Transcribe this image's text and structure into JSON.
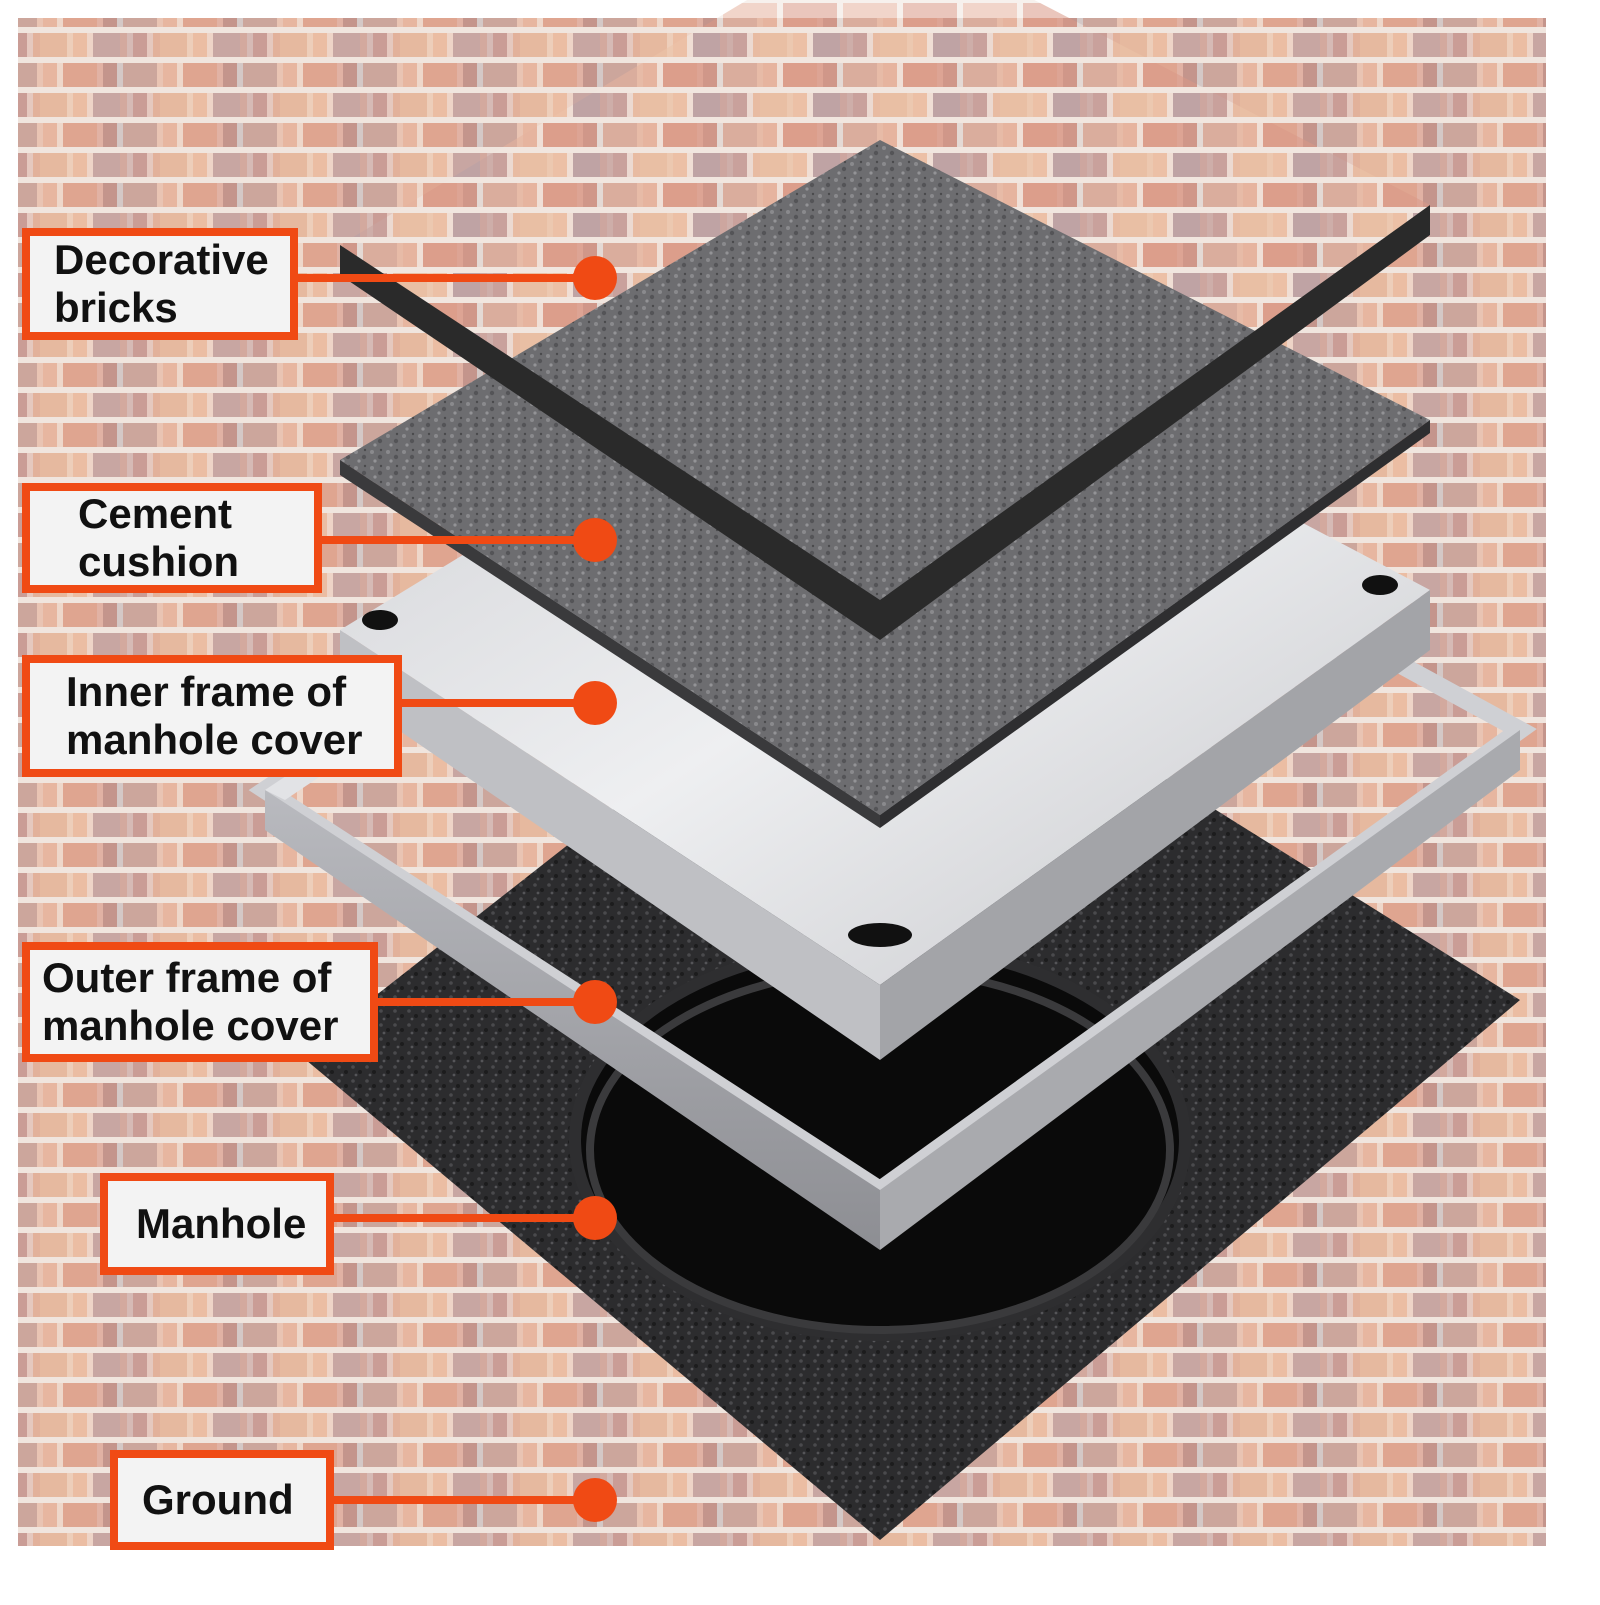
{
  "colors": {
    "accent": "#f04a14",
    "label_bg": "#f3f3f3",
    "brick_light": "#e7b8a2",
    "brick_dark": "#9d8f97",
    "mortar": "#f1e6df",
    "dark_layer": "#2a2a2a",
    "steel": "#d9d9dc",
    "cement": "#6b6b6e"
  },
  "labels": [
    {
      "id": "decorative-bricks",
      "line1": "Decorative",
      "line2": "bricks"
    },
    {
      "id": "cement-cushion",
      "line1": "Cement",
      "line2": "cushion"
    },
    {
      "id": "inner-frame",
      "line1": "Inner frame of",
      "line2": "manhole cover"
    },
    {
      "id": "outer-frame",
      "line1": "Outer frame of",
      "line2": "manhole cover"
    },
    {
      "id": "manhole",
      "line1": "Manhole"
    },
    {
      "id": "ground",
      "line1": "Ground"
    }
  ]
}
